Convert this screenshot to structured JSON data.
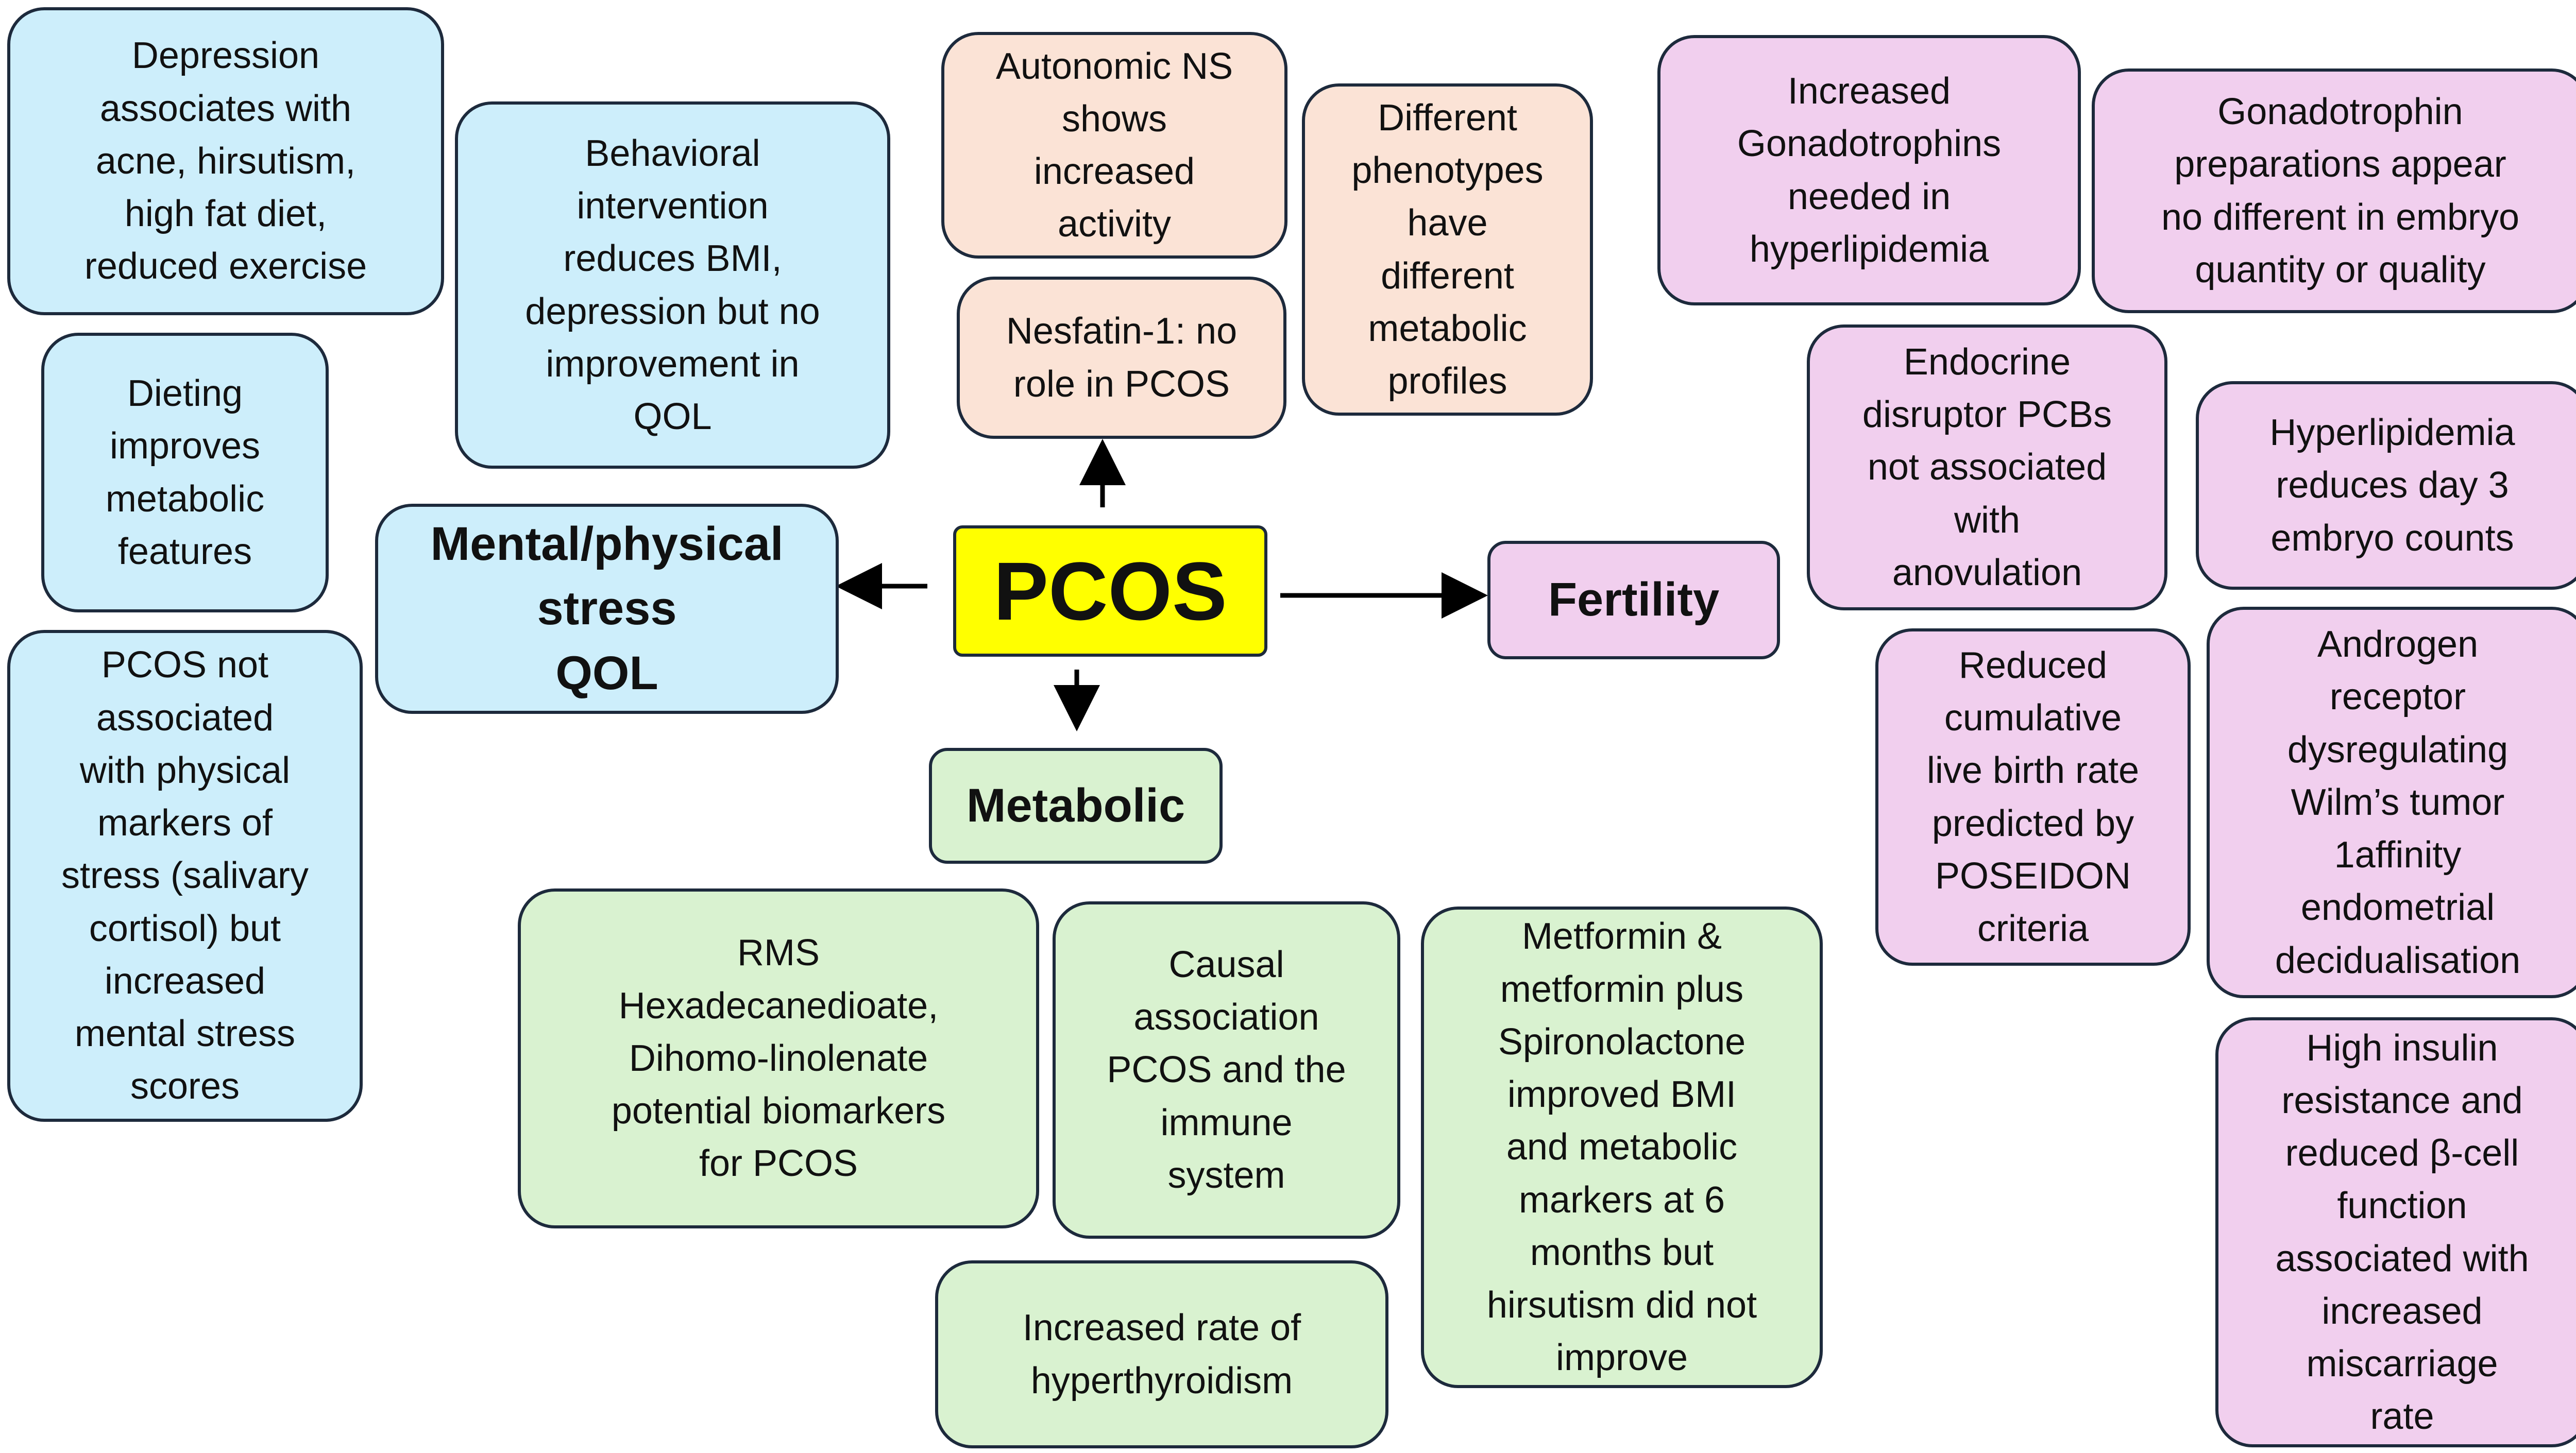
{
  "colors": {
    "stress": "#cdeefb",
    "autonomic": "#fbe3d6",
    "metabolic": "#d9f2d0",
    "fertility": "#f1cfee",
    "center": "#ffff00",
    "border": "#1d2a3c"
  },
  "center": {
    "label": "PCOS"
  },
  "categories": {
    "stress": "Mental/physical\nstress\nQOL",
    "fertility": "Fertility",
    "metabolic": "Metabolic"
  },
  "stress_boxes": {
    "depression": "Depression\nassociates with\nacne, hirsutism,\nhigh fat diet,\nreduced exercise",
    "behavioral": "Behavioral\nintervention\nreduces BMI,\ndepression but no\nimprovement in\nQOL",
    "dieting": "Dieting\nimproves\nmetabolic\nfeatures",
    "cortisol": "PCOS not\nassociated\nwith physical\nmarkers of\nstress (salivary\ncortisol) but\nincreased\nmental stress\nscores"
  },
  "top_boxes": {
    "autonomic": "Autonomic NS\nshows\nincreased\nactivity",
    "nesfatin": "Nesfatin-1: no\nrole in PCOS",
    "phenotypes": "Different\nphenotypes\nhave\ndifferent\nmetabolic\nprofiles"
  },
  "metabolic_boxes": {
    "rms": "RMS\nHexadecanedioate,\nDihomo-linolenate\npotential biomarkers\nfor PCOS",
    "immune": "Causal\nassociation\nPCOS and the\nimmune\nsystem",
    "metformin": "Metformin &\nmetformin plus\nSpironolactone\nimproved BMI\nand metabolic\nmarkers at 6\nmonths but\nhirsutism did not\nimprove",
    "thyroid": "Increased rate of\nhyperthyroidism"
  },
  "fertility_boxes": {
    "gonadotrophins": "Increased\nGonadotrophins\nneeded in\nhyperlipidemia",
    "preparations": "Gonadotrophin\npreparations appear\nno different in embryo\nquantity or quality",
    "pcb": "Endocrine\ndisruptor PCBs\nnot associated\nwith\nanovulation",
    "hyperlipidemia": "Hyperlipidemia\nreduces day 3\nembryo counts",
    "poseidon": "Reduced\ncumulative\nlive birth rate\npredicted by\nPOSEIDON\ncriteria",
    "androgen": "Androgen\nreceptor\ndysregulating\nWilm’s tumor\n1affinity\nendometrial\ndecidualisation",
    "insulin": "High insulin\nresistance and\nreduced β-cell\nfunction\nassociated with\nincreased\nmiscarriage\nrate"
  }
}
